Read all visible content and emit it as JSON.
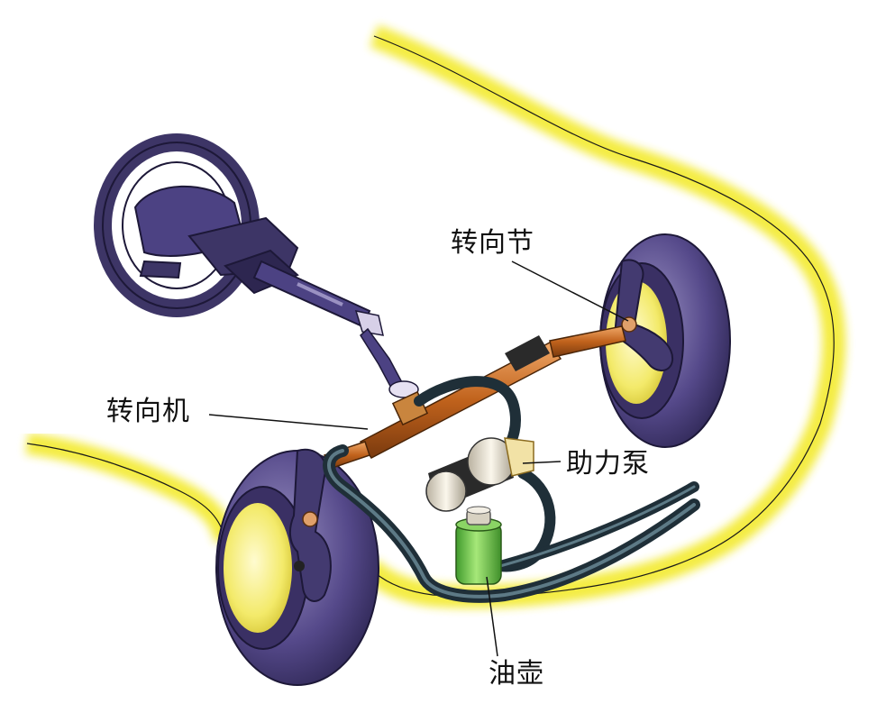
{
  "labels": {
    "knuckle": "转向节",
    "gear": "转向机",
    "pump": "助力泵",
    "reservoir": "油壶"
  },
  "colors": {
    "body_glow": "#f3ea2e",
    "body_outline": "#1a1a1a",
    "tire": "#4a3f74",
    "tire_highlight": "#8f86b8",
    "rim": "#f6ef86",
    "steering_parts": "#3d3566",
    "hose": "#1f2f38",
    "rack_copper": "#c0621c",
    "pump_body": "#ebe4d5",
    "reservoir_green": "#5cc042",
    "reservoir_cap": "#d8d2c2"
  }
}
